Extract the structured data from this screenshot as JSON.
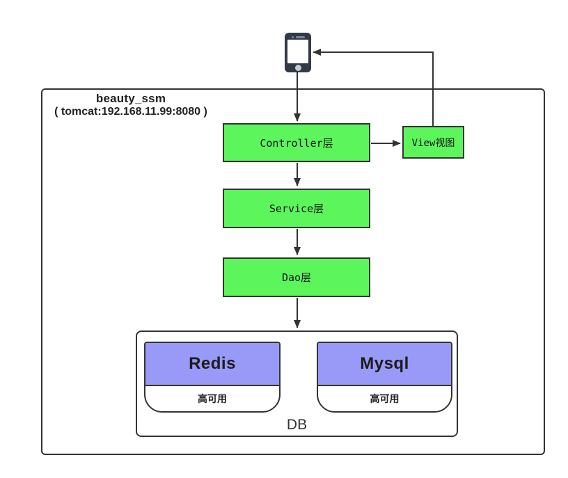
{
  "diagram": {
    "client_icon": "smartphone-icon",
    "container": {
      "title": "beauty_ssm",
      "subtitle": "( tomcat:192.168.11.99:8080 )"
    },
    "nodes": {
      "controller": {
        "label": "Controller层"
      },
      "service": {
        "label": "Service层"
      },
      "dao": {
        "label": "Dao层"
      },
      "view": {
        "label": "View视图"
      },
      "db_group": {
        "label": "DB"
      },
      "redis": {
        "title": "Redis",
        "subtitle": "高可用"
      },
      "mysql": {
        "title": "Mysql",
        "subtitle": "高可用"
      }
    },
    "edges": [
      {
        "from": "client-phone",
        "to": "controller"
      },
      {
        "from": "controller",
        "to": "view"
      },
      {
        "from": "view",
        "to": "client-phone"
      },
      {
        "from": "controller",
        "to": "service"
      },
      {
        "from": "service",
        "to": "dao"
      },
      {
        "from": "dao",
        "to": "db-group"
      }
    ],
    "colors": {
      "layer_fill": "#5cf65c",
      "db_header_fill": "#9999f7",
      "stroke": "#333333",
      "phone_body": "#323a47",
      "phone_button": "#c9ccd3",
      "text": "#222222",
      "background": "#ffffff"
    }
  }
}
